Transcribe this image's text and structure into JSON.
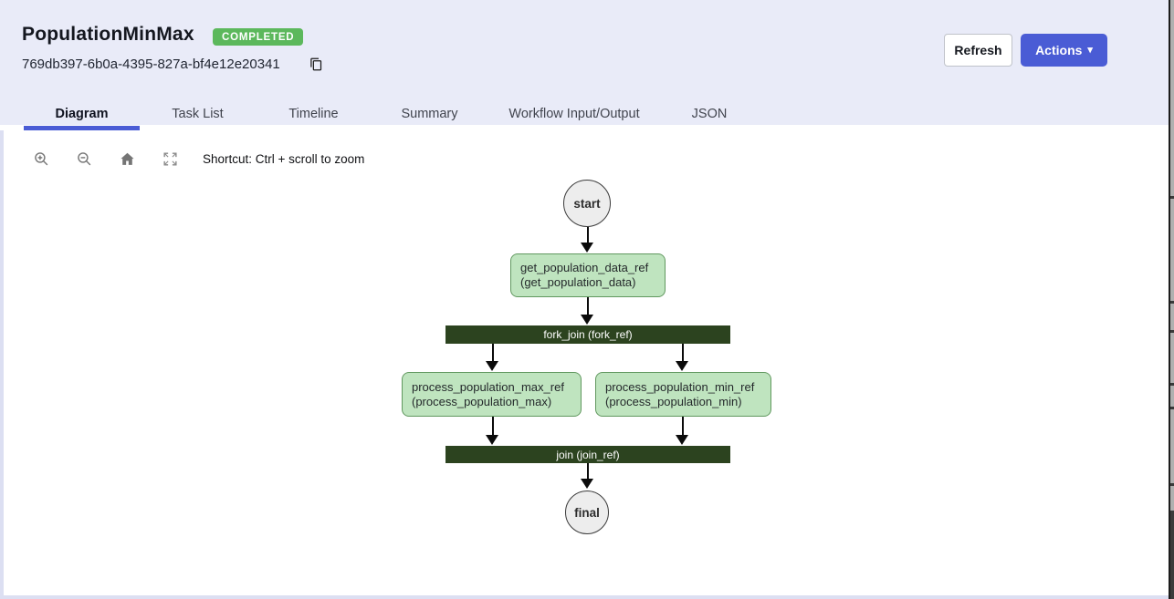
{
  "header": {
    "title": "PopulationMinMax",
    "status_badge": "COMPLETED",
    "workflow_id": "769db397-6b0a-4395-827a-bf4e12e20341",
    "refresh_label": "Refresh",
    "actions_label": "Actions",
    "actions_caret": "▾"
  },
  "tabs": [
    {
      "label": "Diagram",
      "active": true
    },
    {
      "label": "Task List",
      "active": false
    },
    {
      "label": "Timeline",
      "active": false
    },
    {
      "label": "Summary",
      "active": false
    },
    {
      "label": "Workflow Input/Output",
      "active": false
    },
    {
      "label": "JSON",
      "active": false
    }
  ],
  "toolbar": {
    "icons": [
      "zoom-in",
      "zoom-out",
      "home",
      "fullscreen"
    ],
    "shortcut_hint": "Shortcut: Ctrl + scroll to zoom"
  },
  "diagram": {
    "nodes": {
      "start": {
        "type": "circle",
        "label": "start"
      },
      "get_population": {
        "type": "task",
        "line1": "get_population_data_ref",
        "line2": "(get_population_data)"
      },
      "fork": {
        "type": "bar",
        "label": "fork_join (fork_ref)"
      },
      "process_max": {
        "type": "task",
        "line1": "process_population_max_ref",
        "line2": "(process_population_max)"
      },
      "process_min": {
        "type": "task",
        "line1": "process_population_min_ref",
        "line2": "(process_population_min)"
      },
      "join": {
        "type": "bar",
        "label": "join (join_ref)"
      },
      "final": {
        "type": "circle",
        "label": "final"
      }
    },
    "colors": {
      "task_fill": "#bfe4bf",
      "task_border": "#61985f",
      "bar_fill": "#2c431f",
      "circle_fill": "#ededed",
      "edge": "#0b0b0b"
    }
  },
  "theme": {
    "header_background": "#e9ebf8",
    "accent_blue": "#4a5cd5",
    "badge_green": "#5cb85c"
  }
}
